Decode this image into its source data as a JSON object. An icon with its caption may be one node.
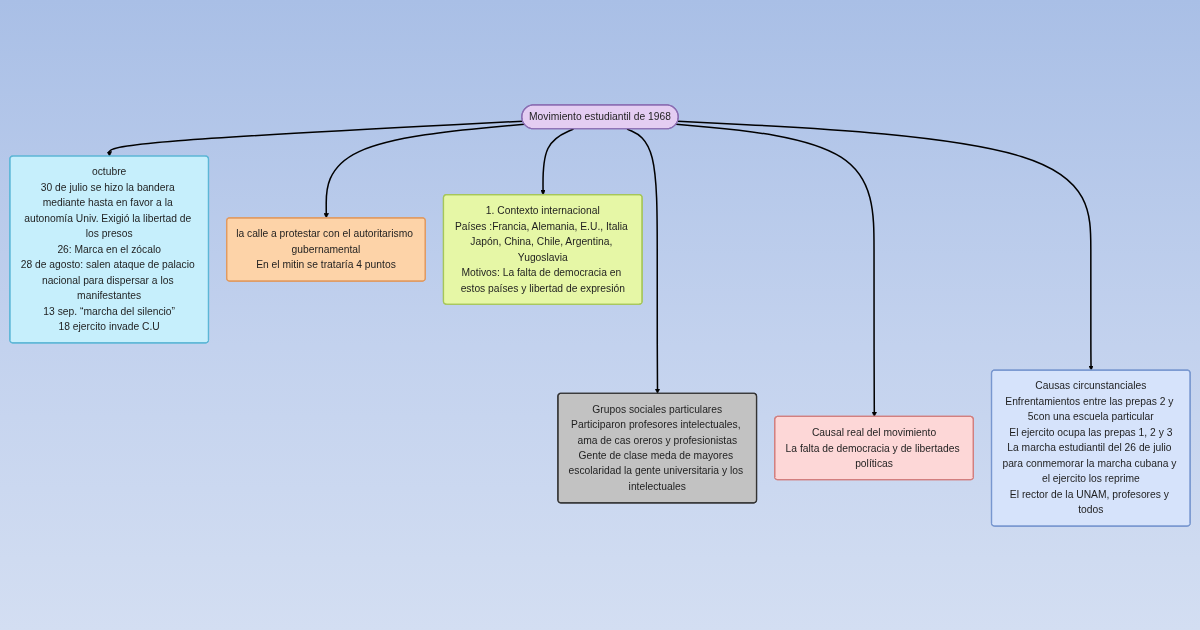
{
  "diagram": {
    "nodes": [
      {
        "text": [
          "octubre",
          "30 de julio se hizo la bandera mediante hasta en favor a la autonomía Univ. Exigió la libertad de los presos",
          "26: Marca en el zócalo",
          "28 de agosto: salen ataque de palacio nacional para dispersar a los manifestantes",
          "13 sep. “marcha del silencio”",
          "18 ejercito invade C.U"
        ]
      },
      {
        "text": [
          "la calle a protestar con el autoritarismo gubernamental",
          "En el mitin se trataría 4 puntos"
        ]
      },
      {
        "text": [
          "1. Contexto internacional",
          "Países :Francia, Alemania, E.U., Italia Japón, China, Chile, Argentina, Yugoslavia",
          "Motivos: La falta de democracia en estos países y libertad de expresión"
        ]
      },
      {
        "text": [
          "Movimiento estudiantil de 1968"
        ]
      },
      {
        "text": [
          "Grupos sociales particulares",
          "Participaron profesores intelectuales, ama de cas oreros y profesionistas",
          "Gente de clase meda de mayores escolaridad la gente universitaria y los intelectuales"
        ]
      },
      {
        "text": [
          "Causas circunstanciales",
          "Enfrentamientos entre las prepas 2 y 5con una escuela particular",
          "El ejercito ocupa las prepas 1, 2 y 3",
          "La marcha estudiantil del 26 de julio para conmemorar la marcha cubana y el ejercito los reprime",
          "El rector de la UNAM, profesores y todos"
        ]
      },
      {
        "text": [
          "Causal real del movimiento",
          "La falta de democracia y de libertades políticas"
        ]
      }
    ],
    "edges": [
      {
        "from": 3,
        "to": 0,
        "arrow": "to"
      },
      {
        "from": 3,
        "to": 4,
        "arrow": "to"
      },
      {
        "from": 3,
        "to": 1,
        "arrow": "to"
      },
      {
        "from": 3,
        "to": 6,
        "arrow": "to"
      },
      {
        "from": 3,
        "to": 2,
        "arrow": "to"
      },
      {
        "from": 3,
        "to": 5,
        "arrow": "to"
      }
    ]
  }
}
